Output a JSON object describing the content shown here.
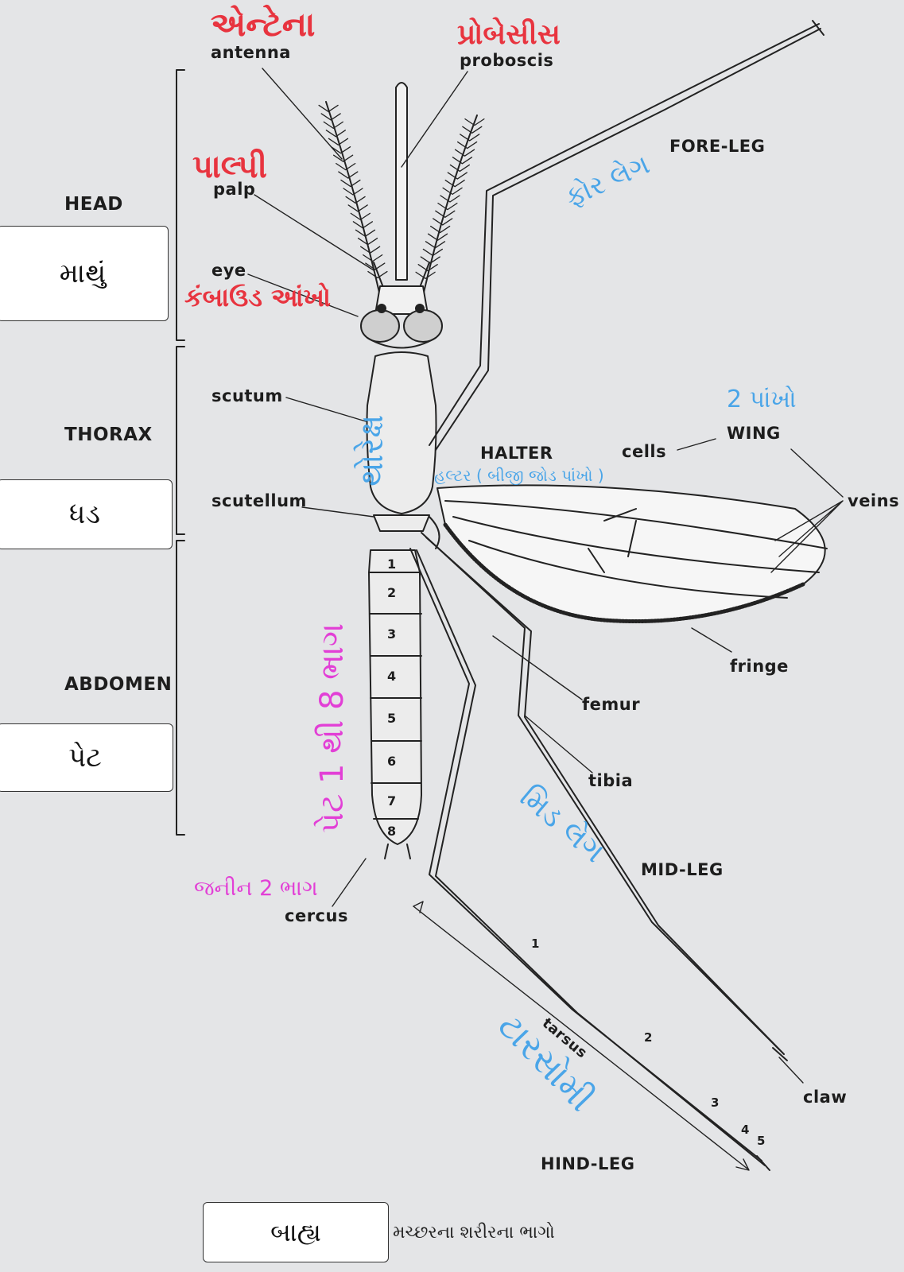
{
  "colors": {
    "red_note": "#e8343f",
    "blue_note": "#4aa5e8",
    "magenta_note": "#e23fd6",
    "ink": "#1d1d1d",
    "paper": "#e4e5e7"
  },
  "regions": {
    "head": "HEAD",
    "thorax": "THORAX",
    "abdomen": "ABDOMEN"
  },
  "region_boxes": {
    "head": "માથું",
    "thorax": "ધડ",
    "abdomen": "પેટ"
  },
  "labels": {
    "antenna": "antenna",
    "proboscis": "proboscis",
    "palp": "palp",
    "eye": "eye",
    "fore_leg": "FORE-LEG",
    "scutum": "scutum",
    "scutellum": "scutellum",
    "halter": "HALTER",
    "cells": "cells",
    "wing": "WING",
    "veins": "veins",
    "fringe": "fringe",
    "femur": "femur",
    "tibia": "tibia",
    "mid_leg": "MID-LEG",
    "cercus": "cercus",
    "tarsus": "tarsus",
    "claw": "claw",
    "hind_leg": "HIND-LEG"
  },
  "gujarati_notes": {
    "antenna": "એન્ટેના",
    "proboscis": "પ્રોબેસીસ",
    "palp": "પાલ્પી",
    "eye": "કંબાઉડ આંખો",
    "fore_leg": "ફોર લેગ",
    "thorax": "થોરેક્ષ",
    "wing": "2 પાંખો",
    "halter": "હલ્ટર ( બીજી જોડ પાંખો )",
    "abdomen": "પેટ 1 થી 8 ભાગ",
    "cercus": "જનીન 2 ભાગ",
    "mid_leg": "મિડ લેગ",
    "tarsus": "ટારસોમી"
  },
  "segments": [
    "1",
    "2",
    "3",
    "4",
    "5",
    "6",
    "7",
    "8"
  ],
  "tarsal_numbers": [
    "1",
    "2",
    "3",
    "4",
    "5"
  ],
  "footer": {
    "box": "બાહ્ય",
    "caption": "મચ્છરના શરીરના ભાગો"
  }
}
